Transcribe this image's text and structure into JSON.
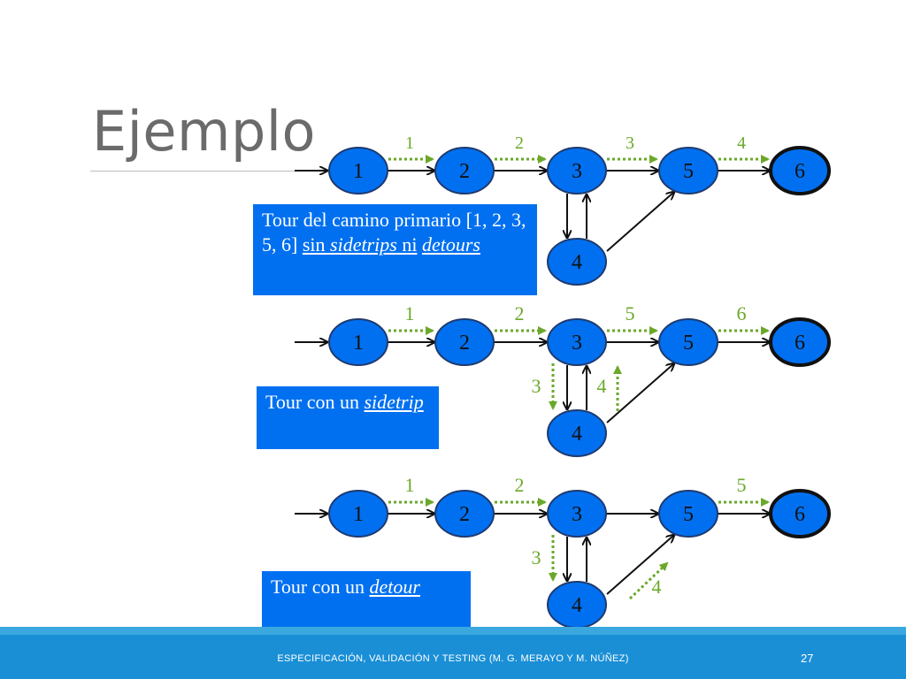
{
  "slide": {
    "title": "Ejemplo",
    "footer": "ESPECIFICACIÓN, VALIDACIÓN Y TESTING (M. G. MERAYO Y M. NÚÑEZ)",
    "page_number": "27"
  },
  "colors": {
    "node_fill": "#0070f0",
    "node_stroke": "#1f3a6e",
    "final_node_stroke": "#111111",
    "tour_arrow": "#6aa82a",
    "caption_bg": "#0070f0",
    "footer": "#1a8fd6"
  },
  "graphs": [
    {
      "id": "primary",
      "nodes": [
        "1",
        "2",
        "3",
        "5",
        "6",
        "4"
      ],
      "tour_labels": [
        "1",
        "2",
        "3",
        "4"
      ],
      "caption": {
        "before": "Tour del camino primario [1, 2, 3, 5, 6] ",
        "u1": "sin ",
        "u1i": "sidetrips",
        "u1b": " ni",
        "u2i": "detours"
      }
    },
    {
      "id": "sidetrip",
      "nodes": [
        "1",
        "2",
        "3",
        "5",
        "6",
        "4"
      ],
      "tour_labels": [
        "1",
        "2",
        "5",
        "6",
        "3",
        "4"
      ],
      "caption": {
        "before": "Tour con un ",
        "ui": "sidetrip"
      }
    },
    {
      "id": "detour",
      "nodes": [
        "1",
        "2",
        "3",
        "5",
        "6",
        "4"
      ],
      "tour_labels": [
        "1",
        "2",
        "5",
        "3",
        "4"
      ],
      "caption": {
        "before": "Tour con un ",
        "ui": "detour"
      }
    }
  ]
}
